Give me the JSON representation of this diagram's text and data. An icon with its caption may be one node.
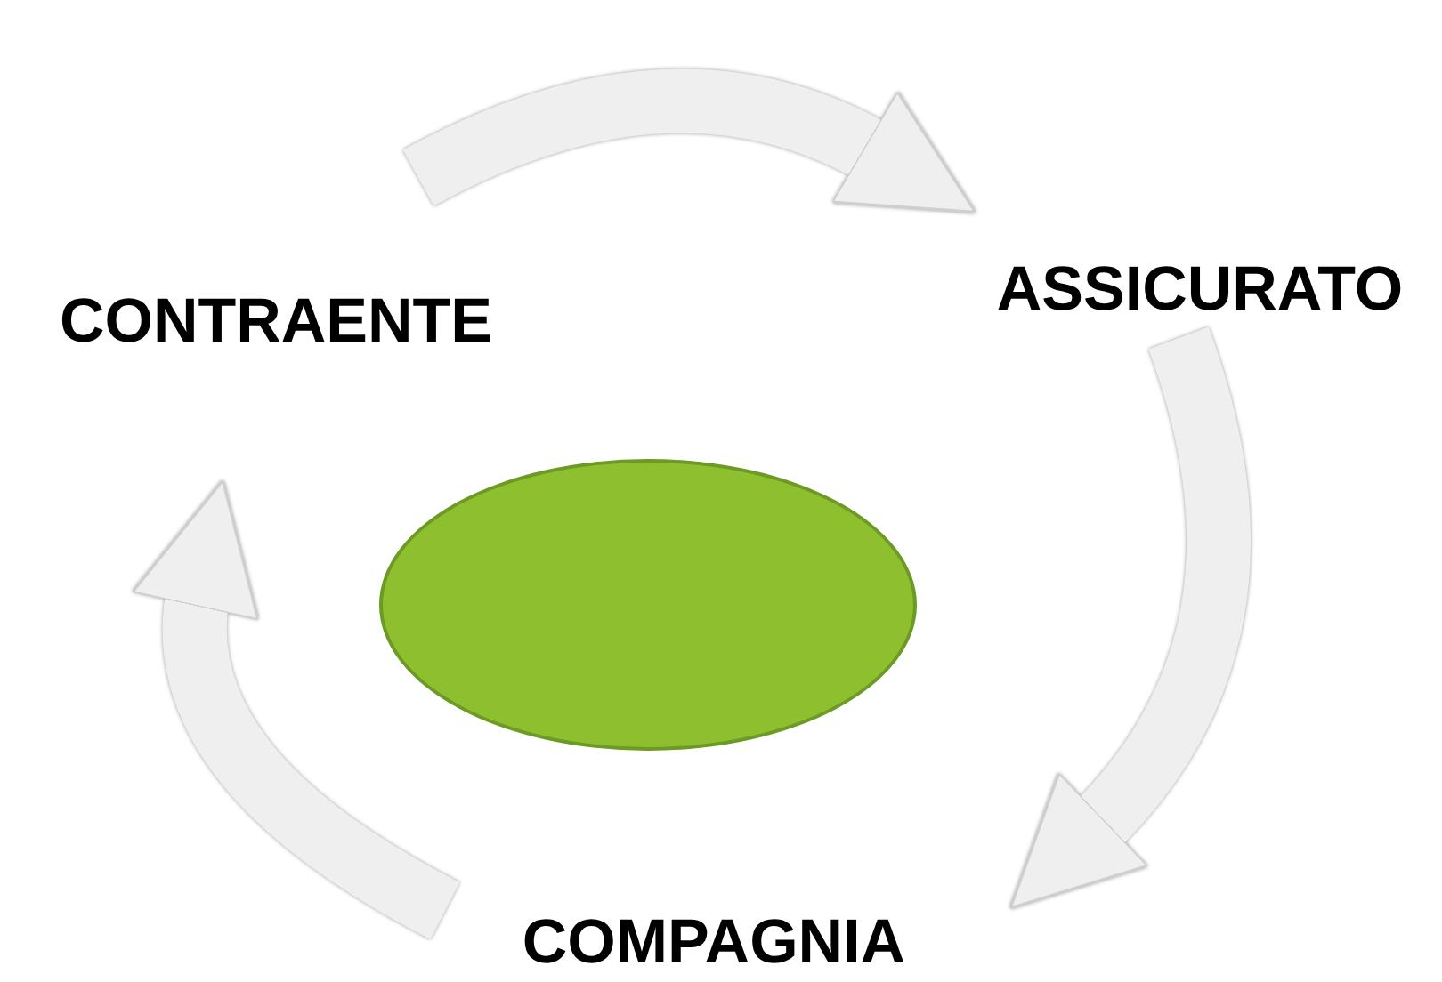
{
  "diagram": {
    "nodes": [
      {
        "text": [
          "CONTRAENTE"
        ]
      },
      {
        "text": [
          "ASSICURATO"
        ]
      },
      {
        "text": [
          "COMPAGNIA"
        ]
      },
      {
        "text": [],
        "shape": "ellipse"
      }
    ],
    "edges": [
      {
        "from": 0,
        "to": 1,
        "arrow": "to"
      },
      {
        "from": 1,
        "to": 2,
        "arrow": "to"
      },
      {
        "from": 2,
        "to": 0,
        "arrow": "to"
      }
    ]
  }
}
